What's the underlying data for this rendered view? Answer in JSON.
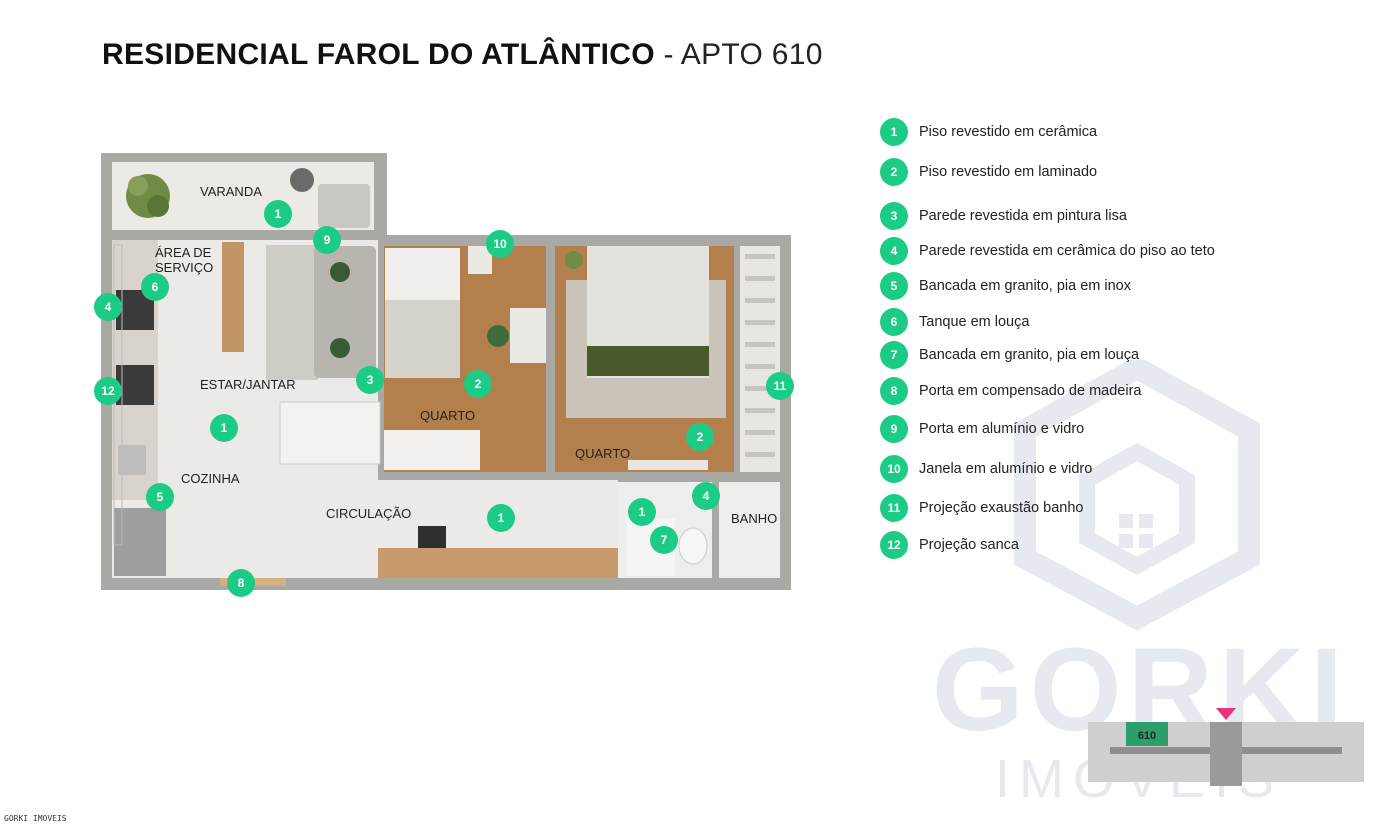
{
  "title": {
    "bold": "RESIDENCIAL FAROL DO ATLÂNTICO",
    "light": " - APTO 610"
  },
  "rooms": {
    "varanda": "VARANDA",
    "area_servico_1": "ÁREA DE",
    "area_servico_2": "SERVIÇO",
    "estar_jantar": "ESTAR/JANTAR",
    "cozinha": "COZINHA",
    "circulacao": "CIRCULAÇÃO",
    "quarto1": "QUARTO",
    "quarto2": "QUARTO",
    "banho": "BANHO"
  },
  "markers": [
    "1",
    "9",
    "10",
    "6",
    "4",
    "3",
    "2",
    "12",
    "11",
    "1",
    "2",
    "5",
    "4",
    "1",
    "1",
    "7",
    "8"
  ],
  "legend": [
    {
      "num": "1",
      "text": "Piso revestido em cerâmica"
    },
    {
      "num": "2",
      "text": "Piso revestido em laminado"
    },
    {
      "num": "3",
      "text": "Parede revestida em pintura lisa"
    },
    {
      "num": "4",
      "text": "Parede revestida em cerâmica do piso ao teto"
    },
    {
      "num": "5",
      "text": "Bancada em granito, pia em inox"
    },
    {
      "num": "6",
      "text": "Tanque em louça"
    },
    {
      "num": "7",
      "text": "Bancada em granito, pia em louça"
    },
    {
      "num": "8",
      "text": "Porta em compensado de madeira"
    },
    {
      "num": "9",
      "text": "Porta em alumínio e vidro"
    },
    {
      "num": "10",
      "text": "Janela em alumínio e vidro"
    },
    {
      "num": "11",
      "text": "Projeção exaustão banho"
    },
    {
      "num": "12",
      "text": "Projeção sanca"
    }
  ],
  "watermark": {
    "word1": "GORKI",
    "word2": "IMÓVEIS"
  },
  "keyplan": {
    "unit": "610"
  },
  "footer": "GORKI IMOVEIS",
  "colors": {
    "marker": "#1ccb86",
    "wood": "#b07a48",
    "floor_tile": "#ebeae6",
    "keyplan_unit": "#2e9e6c",
    "keyplan_arrow": "#e8337d"
  }
}
